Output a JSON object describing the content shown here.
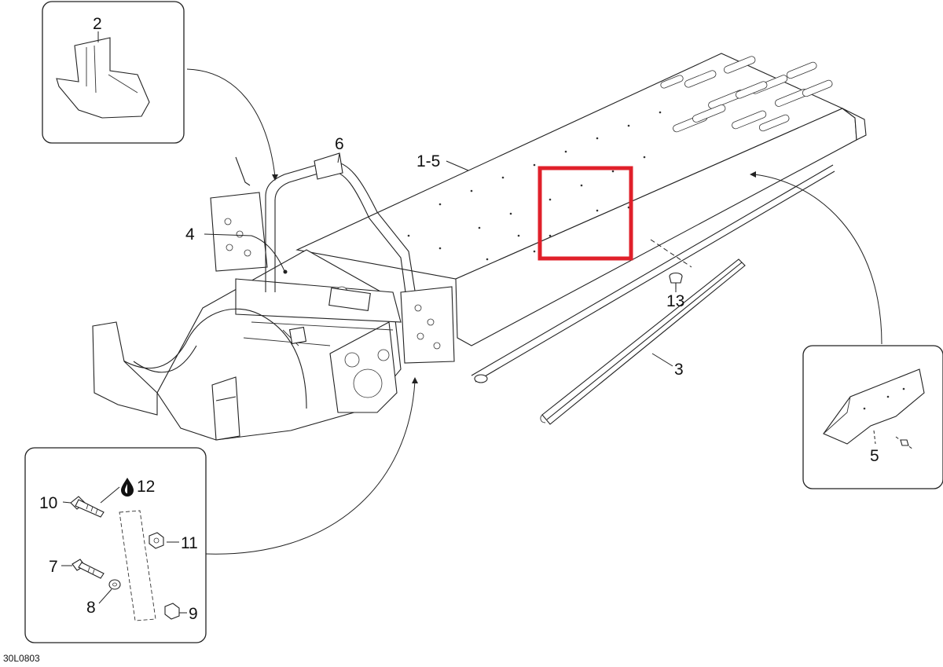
{
  "diagram": {
    "reference_code": "30L0803",
    "highlight_color": "#e0202a",
    "callouts": {
      "c1_5": "1-5",
      "c2": "2",
      "c3": "3",
      "c4": "4",
      "c5": "5",
      "c6": "6",
      "c7": "7",
      "c8": "8",
      "c9": "9",
      "c10": "10",
      "c11": "11",
      "c12": "12",
      "c13": "13"
    },
    "icons": {
      "c12": "oil-drop-icon"
    }
  }
}
